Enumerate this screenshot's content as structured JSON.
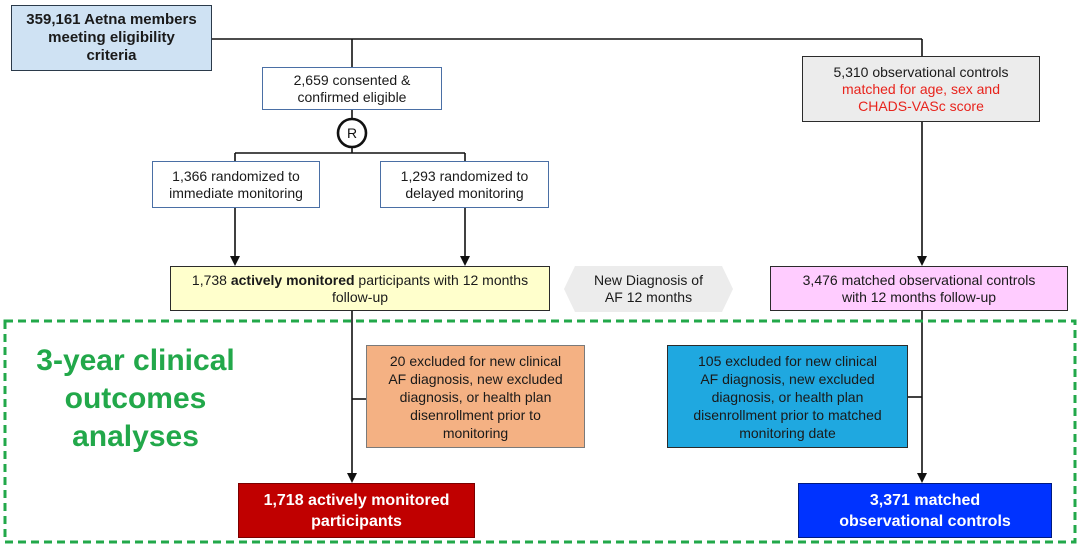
{
  "eligible": {
    "line1": "359,161 Aetna members",
    "line2": "meeting eligibility",
    "line3": "criteria"
  },
  "consented": {
    "line1": "2,659 consented &",
    "line2": "confirmed eligible"
  },
  "randomization_symbol": "R",
  "immediate": {
    "line1": "1,366 randomized to",
    "line2": "immediate monitoring"
  },
  "delayed": {
    "line1": "1,293 randomized to",
    "line2": "delayed monitoring"
  },
  "controls": {
    "line1": "5,310 observational controls",
    "line2": "matched for age, sex and",
    "line3": "CHADS-VASc score"
  },
  "monitored": {
    "prefix": "1,738 ",
    "bold": "actively monitored",
    "suffix": " participants with 12 months",
    "line2": "follow-up"
  },
  "new_diagnosis": {
    "line1": "New Diagnosis of",
    "line2": "AF 12 months"
  },
  "matched_controls": {
    "line1": "3,476 matched observational controls",
    "line2": "with 12 months follow-up"
  },
  "outcomes_label": {
    "line1": "3-year clinical",
    "line2": "outcomes",
    "line3": "analyses"
  },
  "excluded_monitored": {
    "line1": "20 excluded for new clinical",
    "line2": "AF diagnosis, new excluded",
    "line3": "diagnosis, or health plan",
    "line4": "disenrollment prior to",
    "line5": "monitoring"
  },
  "excluded_controls": {
    "line1": "105 excluded for new clinical",
    "line2": "AF diagnosis, new excluded",
    "line3": "diagnosis, or health plan",
    "line4": "disenrollment prior to matched",
    "line5": "monitoring date"
  },
  "final_monitored": {
    "line1": "1,718 actively monitored",
    "line2": "participants"
  },
  "final_controls": {
    "line1": "3,371 matched",
    "line2": "observational controls"
  },
  "colors": {
    "eligible_fill": "#cfe2f3",
    "monitored_fill": "#ffffcc",
    "controls_fill": "#ffccff",
    "gray_fill": "#ececec",
    "orange_fill": "#f4b183",
    "cyan_fill": "#1fa8e0",
    "red_fill": "#c00000",
    "blue_fill": "#0033ff",
    "green_dash": "#22a84a",
    "red_text": "#e8231c"
  }
}
